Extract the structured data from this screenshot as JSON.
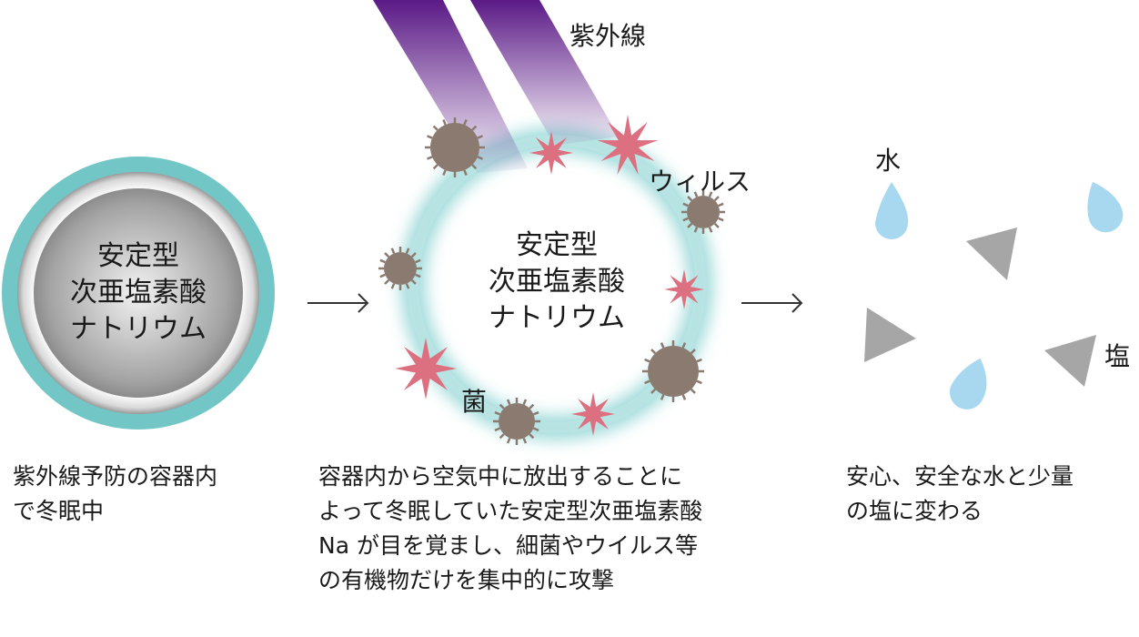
{
  "left": {
    "circle_text": [
      "安定型",
      "次亜塩素酸",
      "ナトリウム"
    ],
    "caption": "紫外線予防の容器内\nで冬眠中"
  },
  "middle": {
    "circle_text": [
      "安定型",
      "次亜塩素酸",
      "ナトリウム"
    ],
    "uv_label": "紫外線",
    "virus_label": "ウィルス",
    "bacteria_label": "菌",
    "caption": "容器内から空気中に放出することに\nよって冬眠していた安定型次亜塩素酸\nNa  が目を覚まし、細菌やウイルス等\nの有機物だけを集中的に攻撃"
  },
  "right": {
    "water_label": "水",
    "salt_label": "塩",
    "caption": "安心、安全な水と少量\nの塩に変わる"
  },
  "colors": {
    "teal": "#72c6c6",
    "uv": "#5b1a86",
    "virus": "#8a7a70",
    "bacteria": "#dd7080",
    "water": "#a8d8f0",
    "salt": "#a6a6a6"
  }
}
